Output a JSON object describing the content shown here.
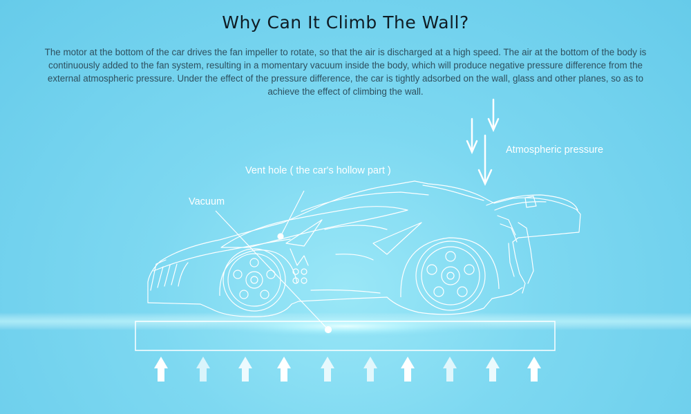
{
  "title": "Why Can It Climb The Wall?",
  "description": "The motor at the bottom of the car drives the fan impeller to rotate, so that the air is discharged at a high speed. The air at the bottom of the body is continuously added to the fan system, resulting in a momentary vacuum inside the body, which will produce negative pressure difference from the external atmospheric pressure. Under the effect of the pressure difference, the car is tightly adsorbed on the wall, glass and other planes, so as to achieve the effect of climbing the wall.",
  "labels": {
    "atmospheric": "Atmospheric pressure",
    "vent": "Vent hole ( the car's hollow part )",
    "vacuum": "Vacuum"
  },
  "colors": {
    "line": "#ffffff",
    "glow": "#c8fbff"
  },
  "icons": {
    "down_arrows": "down-arrow-icon",
    "up_arrows": "up-arrow-icon"
  }
}
